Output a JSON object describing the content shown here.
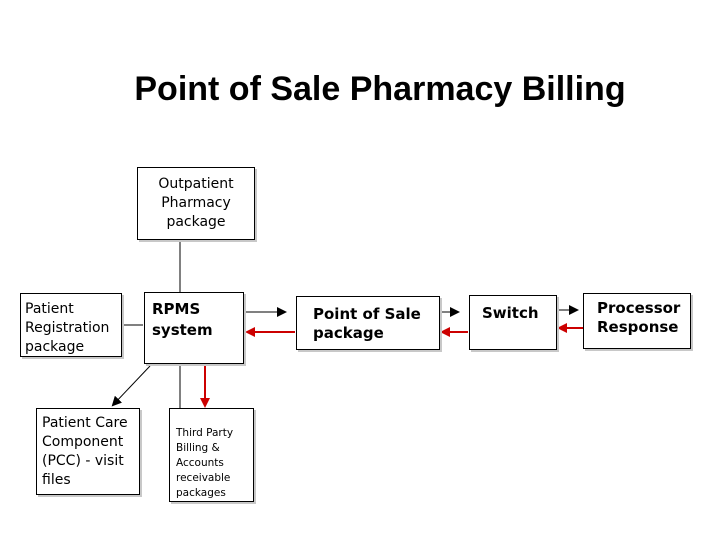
{
  "title": "Point of Sale Pharmacy Billing",
  "nodes": {
    "outpatient": {
      "lines": [
        "Outpatient",
        "Pharmacy",
        "package"
      ]
    },
    "patient_registration": {
      "lines": [
        "Patient",
        "Registration",
        "package"
      ]
    },
    "rpms": {
      "lines": [
        "RPMS",
        "system"
      ]
    },
    "pos": {
      "lines": [
        "Point of Sale",
        "package"
      ]
    },
    "switch": {
      "lines": [
        "Switch"
      ]
    },
    "processor": {
      "lines": [
        "Processor",
        "Response"
      ]
    },
    "pcc": {
      "lines": [
        "Patient Care",
        "Component",
        "(PCC) - visit",
        "files"
      ]
    },
    "third_party": {
      "lines": [
        "Third Party",
        "Billing &",
        "Accounts",
        "receivable",
        "packages"
      ]
    }
  },
  "colors": {
    "line": "#000000",
    "red_arrow": "#cc0000",
    "shadow": "#c8c8c8"
  }
}
